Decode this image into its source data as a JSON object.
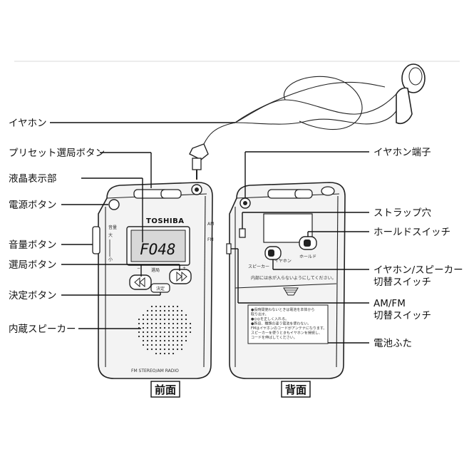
{
  "labels": {
    "earphone": "イヤホン",
    "preset_button": "プリセット選局ボタン",
    "lcd": "液晶表示部",
    "power_button": "電源ボタン",
    "volume_button": "音量ボタン",
    "tuning_button": "選局ボタン",
    "enter_button": "決定ボタン",
    "speaker": "内蔵スピーカー",
    "earphone_jack": "イヤホン端子",
    "strap_hole": "ストラップ穴",
    "hold_switch": "ホールドスイッチ",
    "earphone_speaker_switch_line1": "イヤホン/スピーカー",
    "earphone_speaker_switch_line2": "切替スイッチ",
    "amfm_switch_line1": "AM/FM",
    "amfm_switch_line2": "切替スイッチ",
    "battery_cover": "電池ふた"
  },
  "captions": {
    "front": "前面",
    "back": "背面"
  },
  "device": {
    "brand": "TOSHIBA",
    "display": "FO48",
    "model_text": "FM STEREO/AM RADIO",
    "vol_high": "大",
    "vol_low": "小",
    "vol_title": "音量",
    "tuning_label": "選局",
    "enter_label": "決定",
    "speaker_label": "スピーカー",
    "earphone_label": "イヤホン",
    "hold_label": "ホールド",
    "am_label": "AM",
    "fm_label": "FM",
    "back_note": "内部には水が入らないようにしてください。",
    "battery_notes": [
      "●長時間使わないときは電池を本体から",
      "取り出す。",
      "●◎◎を正しく入れる。",
      "●新旧、種類の違う電池を使わない。",
      "FMはイヤホンのコードがアンテナになります。",
      "スピーカーを使うときもイヤホンを接続し、",
      "コードを伸ばしてください。"
    ]
  },
  "colors": {
    "ink": "#111111",
    "body_fill": "#f3f3f3",
    "lcd_fill": "#d8d8d8"
  }
}
